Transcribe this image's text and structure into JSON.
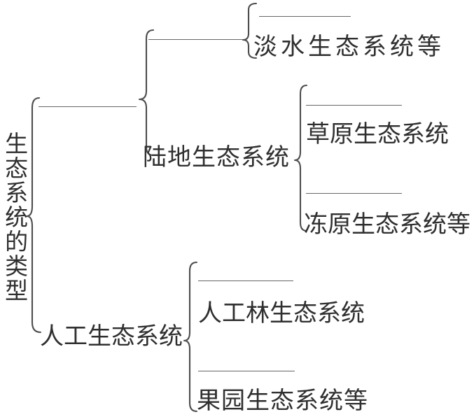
{
  "diagram": {
    "type": "bracket-classification-tree",
    "tree": {
      "label": "生态系统的类型",
      "children": [
        {
          "label": "",
          "blank": true,
          "children": [
            {
              "label": "",
              "blank": true,
              "children": [
                {
                  "label": "",
                  "blank": true
                },
                {
                  "label": "淡水生态系统等",
                  "blank": false
                }
              ]
            },
            {
              "label": "陆地生态系统",
              "blank": false,
              "children": [
                {
                  "label": "",
                  "blank": true
                },
                {
                  "label": "草原生态系统",
                  "blank": false
                },
                {
                  "label": "",
                  "blank": true
                },
                {
                  "label": "冻原生态系统等",
                  "blank": false
                }
              ]
            }
          ]
        },
        {
          "label": "人工生态系统",
          "blank": false,
          "children": [
            {
              "label": "",
              "blank": true
            },
            {
              "label": "人工林生态系统",
              "blank": false
            },
            {
              "label": "",
              "blank": true
            },
            {
              "label": "果园生态系统等",
              "blank": false
            }
          ]
        }
      ]
    },
    "colors": {
      "background": "#ffffff",
      "ink": "#2f2f2f",
      "rule": "#666666",
      "brace": "#4d4d4d"
    }
  }
}
